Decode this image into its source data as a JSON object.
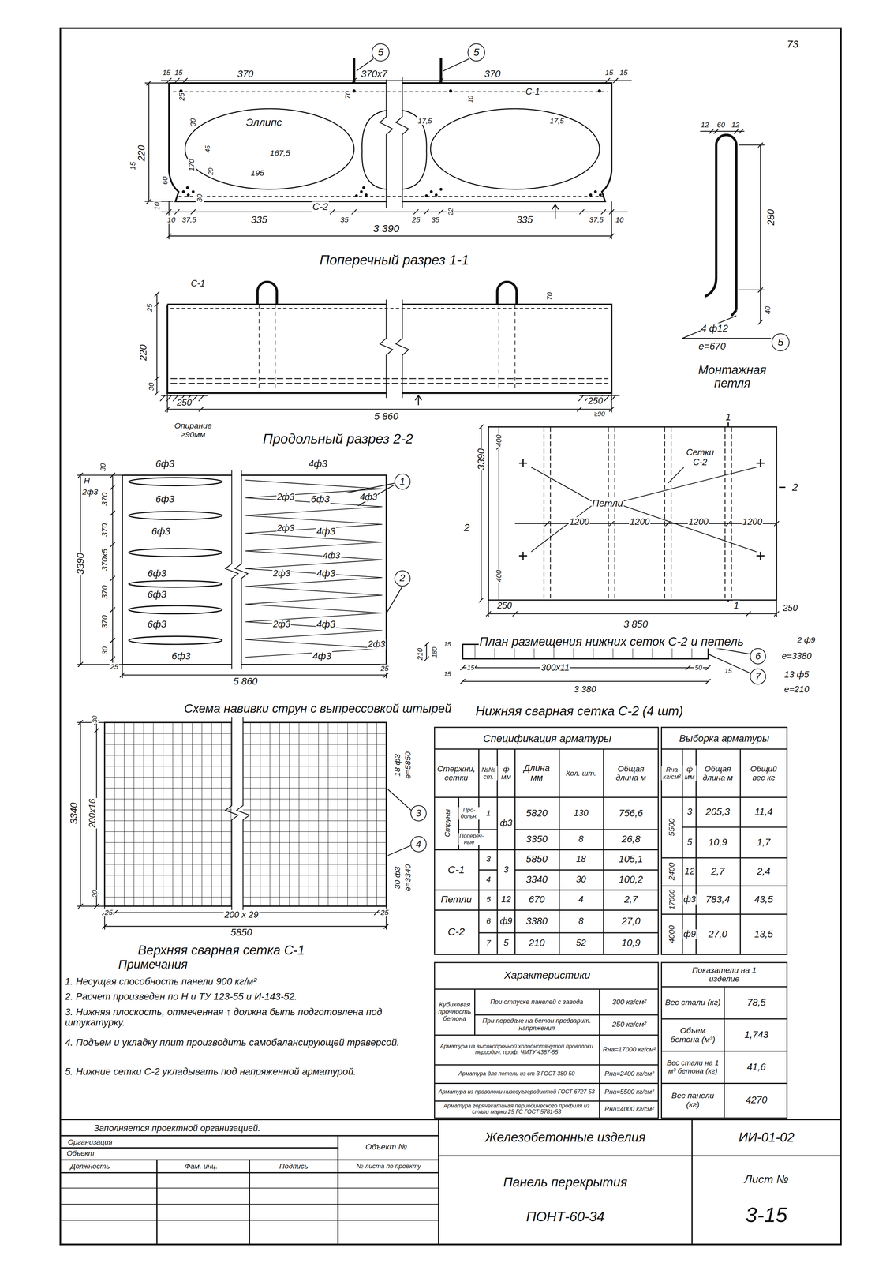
{
  "diagram": {
    "nodes": [
      {
        "text": [
          "5"
        ]
      },
      {
        "text": [
          "5"
        ]
      },
      {
        "text": [
          "5"
        ]
      },
      {
        "text": [
          "1"
        ]
      },
      {
        "text": [
          "2"
        ]
      },
      {
        "text": [
          "6"
        ]
      },
      {
        "text": [
          "7"
        ]
      },
      {
        "text": [
          "3"
        ]
      },
      {
        "text": [
          "4"
        ]
      },
      {
        "text": [
          "Железобетонные изделия"
        ]
      },
      {
        "text": [
          "ИИ-01-02"
        ]
      },
      {
        "text": [
          "Панель перекрытия",
          "ПОНТ-60-34"
        ]
      },
      {
        "text": [
          "Лист №",
          "3-15"
        ]
      }
    ],
    "labels": [
      "73",
      "15",
      "15",
      "370",
      "370х7",
      "370",
      "15",
      "15",
      "25",
      "70",
      "10",
      "С-1",
      "17,5",
      "17,5",
      "30",
      "Эллипс",
      "45",
      "167,5",
      "170",
      "20",
      "195",
      "220",
      "15",
      "60",
      "30",
      "С-2",
      "10",
      "10",
      "37,5",
      "335",
      "35",
      "25",
      "35",
      "22",
      "335",
      "37,5",
      "10",
      "3 390",
      "Поперечный разрез 1-1",
      "С-1",
      "25",
      "70",
      "220",
      "30",
      "250",
      "5 860",
      "250",
      "≥90",
      "Опирание ≥90мм",
      "Продольный разрез 2-2",
      "12",
      "60",
      "12",
      "280",
      "40",
      "4 ф12",
      "е=670",
      "Монтажная петля",
      "30",
      "6ф3",
      "4ф3",
      "Н",
      "2ф3",
      "370",
      "6ф3",
      "2ф3",
      "6ф3",
      "4ф3",
      "370",
      "6ф3",
      "2ф3",
      "4ф3",
      "3390",
      "370х5",
      "4ф3",
      "6ф3",
      "2ф3",
      "4ф3",
      "370",
      "6ф3",
      "370",
      "6ф3",
      "2ф3",
      "4ф3",
      "30",
      "2ф3",
      "6ф3",
      "4ф3",
      "25",
      "25",
      "5 860",
      "Схема навивки струн с выпрессовкой штырей",
      "400",
      "3390",
      "1",
      "Сетки С-2",
      "Петли",
      "2",
      "2",
      "1200",
      "1200",
      "1200",
      "1200",
      "400",
      "1",
      "250",
      "250",
      "3 850",
      "План размещения нижних сеток С-2 и петель",
      "2 ф9",
      "е=3380",
      "13 ф5",
      "е=210",
      "15",
      "180",
      "15",
      "210",
      "15",
      "300х11",
      "50",
      "15",
      "3 380",
      "Нижняя сварная сетка С-2 (4 шт)",
      "30",
      "3340",
      "200х16",
      "20",
      "25",
      "200 х 29",
      "25",
      "5850",
      "18 ф3",
      "е=5850",
      "30 ф3",
      "е=3340",
      "Верхняя сварная сетка С-1",
      "Примечания",
      "1. Несущая способность панели 900 кг/м²",
      "2. Расчет произведен по Н и ТУ 123-55 и И-143-52.",
      "3. Нижняя плоскость, отмеченная ↑ должна быть подготовлена под штукатурку.",
      "4. Подъем и укладку плит производить самобалансирующей траверсой.",
      "5. Нижние сетки С-2 укладывать под напряженной арматурой.",
      "Спецификация арматуры",
      "Стержни, сетки",
      "№№ ст.",
      "ф мм",
      "Длина мм",
      "Кол. шт.",
      "Общая длина м",
      "Струны",
      "Про- дольн.",
      "1",
      "ф3",
      "5820",
      "130",
      "756,6",
      "Попереч- ные",
      "3350",
      "8",
      "26,8",
      "С-1",
      "3",
      "3",
      "5850",
      "18",
      "105,1",
      "4",
      "3340",
      "30",
      "100,2",
      "Петли",
      "5",
      "12",
      "670",
      "4",
      "2,7",
      "С-2",
      "6",
      "ф9",
      "3380",
      "8",
      "27,0",
      "7",
      "5",
      "210",
      "52",
      "10,9",
      "Выборка арматуры",
      "Rнa кг/см²",
      "ф мм",
      "Общая длина м",
      "Общий вес кг",
      "5500",
      "3",
      "205,3",
      "11,4",
      "5",
      "10,9",
      "1,7",
      "2400",
      "12",
      "2,7",
      "2,4",
      "17000",
      "ф3",
      "783,4",
      "43,5",
      "4000",
      "ф9",
      "27,0",
      "13,5",
      "Характеристики",
      "Кубиковая прочность бетона",
      "При отпуске панелей с завода",
      "300 кг/см²",
      "При передаче на бетон предварит. напряжения",
      "250 кг/см²",
      "Арматура из высокопрочной холоднотянутой проволоки периодич. проф. ЧМТУ 4387-55",
      "Rнa=17000 кг/см²",
      "Арматура для петель из ст 3 ГОСТ 380-50",
      "Rнa=2400 кг/см²",
      "Арматура из проволоки низкоуглеродистой ГОСТ 6727-53",
      "Rнa=5500 кг/см²",
      "Арматура горячекатаная периодического профиля из стали марки 25 ГС ГОСТ 5781-53",
      "Rнa=4000 кг/см²",
      "Показатели на 1 изделие",
      "Вес стали (кг)",
      "78,5",
      "Объем бетона (м³)",
      "1,743",
      "Вес стали на 1 м³ бетона (кг)",
      "41,6",
      "Вес панели (кг)",
      "4270",
      "Заполняется проектной организацией.",
      "Организация",
      "Объект",
      "Объект №",
      "Должность",
      "Фам. инц.",
      "Подпись",
      "№ листа по проекту"
    ]
  }
}
